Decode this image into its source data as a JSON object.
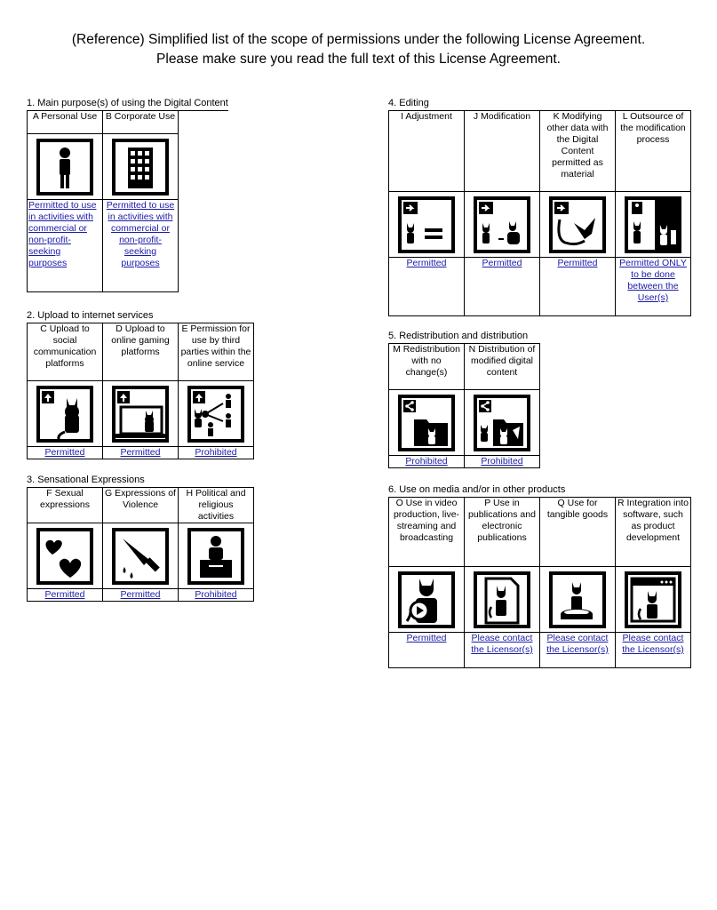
{
  "title": {
    "line1": "(Reference) Simplified list of the scope of permissions under the following License Agreement.",
    "line2": "Please make sure you read the full text of this License Agreement."
  },
  "sections": {
    "s1": {
      "title": "1. Main purpose(s) of using the Digital Content",
      "cols": [
        {
          "header": "A Personal Use",
          "icon": "person-icon",
          "status": "Permitted to use in activities with commercial or non-profit-seeking purposes"
        },
        {
          "header": "B Corporate Use",
          "icon": "building-icon",
          "status": "Permitted to use in activities with commercial or non-profit-seeking purposes"
        }
      ]
    },
    "s2": {
      "title": "2. Upload to internet services",
      "cols": [
        {
          "header": "C Upload to social communication platforms",
          "icon": "social-upload-icon",
          "status": "Permitted"
        },
        {
          "header": "D Upload to online gaming platforms",
          "icon": "gaming-upload-icon",
          "status": "Permitted"
        },
        {
          "header": "E Permission for use by third parties within the online service",
          "icon": "third-party-share-icon",
          "status": "Prohibited"
        }
      ]
    },
    "s3": {
      "title": "3. Sensational Expressions",
      "cols": [
        {
          "header": "F Sexual expressions",
          "icon": "hearts-icon",
          "status": "Permitted"
        },
        {
          "header": "G Expressions of Violence",
          "icon": "knife-icon",
          "status": "Permitted"
        },
        {
          "header": "H Political and religious activities",
          "icon": "podium-icon",
          "status": "Prohibited"
        }
      ]
    },
    "s4": {
      "title": "4. Editing",
      "cols": [
        {
          "header": "I Adjustment",
          "icon": "adjustment-icon",
          "status": "Permitted"
        },
        {
          "header": "J Modification",
          "icon": "modification-icon",
          "status": "Permitted"
        },
        {
          "header": "K Modifying other data with the Digital Content permitted as material",
          "icon": "material-icon",
          "status": "Permitted"
        },
        {
          "header": "L Outsource of the modification process",
          "icon": "outsource-icon",
          "status": "Permitted ONLY to be done between the User(s)"
        }
      ]
    },
    "s5": {
      "title": "5. Redistribution and distribution",
      "cols": [
        {
          "header": "M Redistribution with no change(s)",
          "icon": "redistribution-icon",
          "status": "Prohibited"
        },
        {
          "header": "N Distribution of modified digital content",
          "icon": "modified-distribution-icon",
          "status": "Prohibited"
        }
      ]
    },
    "s6": {
      "title": "6. Use on media and/or in other products",
      "cols": [
        {
          "header": "O Use in video production, live-streaming and broadcasting",
          "icon": "video-icon",
          "status": "Permitted"
        },
        {
          "header": "P Use in publications and electronic publications",
          "icon": "publication-icon",
          "status": "Please contact the Licensor(s)"
        },
        {
          "header": "Q Use for tangible goods",
          "icon": "goods-icon",
          "status": "Please contact the Licensor(s)"
        },
        {
          "header": "R Integration into software, such as product development",
          "icon": "software-icon",
          "status": "Please contact the Licensor(s)"
        }
      ]
    }
  }
}
